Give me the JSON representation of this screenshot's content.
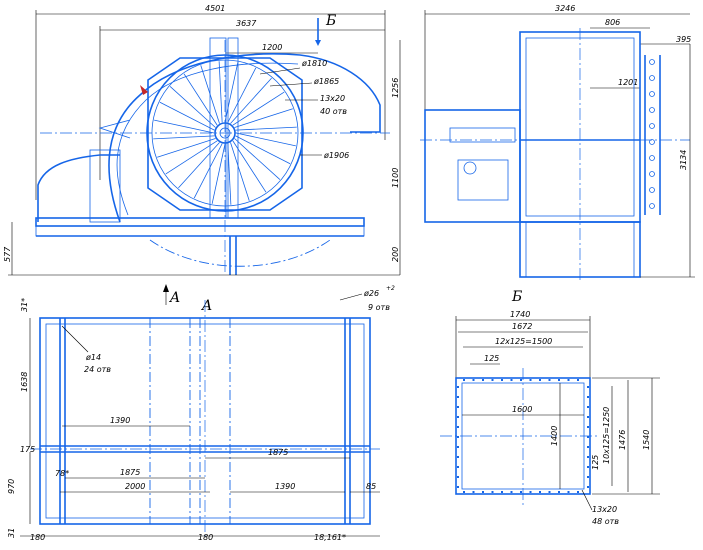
{
  "view_labels": {
    "section_b": "Б",
    "view_a": "A",
    "section_b_title": "Б",
    "arrow_a": "A"
  },
  "front_view": {
    "dims": {
      "overall_width": "4501",
      "width_3637": "3637",
      "width_1200": "1200",
      "dia_1810": "ø1810",
      "dia_1865": "ø1865",
      "holes_13x20": "13x20",
      "holes_40": "40 отв",
      "dia_1906": "ø1906",
      "height_1256": "1256",
      "height_1100": "1100",
      "height_200": "200",
      "height_577": "577"
    }
  },
  "side_view": {
    "dims": {
      "overall_width": "3246",
      "width_806": "806",
      "width_395": "395",
      "width_1201": "1201",
      "height_3134": "3134"
    }
  },
  "plan_view": {
    "dims": {
      "dia_26": "ø26",
      "dia_26_tol": "+2",
      "holes_9": "9 отв",
      "dia_14": "ø14",
      "holes_24": "24 отв",
      "top_31": "31*",
      "height_1638": "1638",
      "width_1390_a": "1390",
      "offset_175": "175",
      "width_1875_right": "1875",
      "offset_78": "78*",
      "width_1875_left": "1875",
      "height_970": "970",
      "width_2000": "2000",
      "width_1390_b": "1390",
      "width_85": "85",
      "bottom_31": "31",
      "width_180_left": "180",
      "width_180_mid": "180",
      "width_18161": "18,161*"
    }
  },
  "section_b": {
    "dims": {
      "width_1740": "1740",
      "width_1672": "1672",
      "pitch_12x125": "12x125=1500",
      "pitch_125": "125",
      "width_1600": "1600",
      "height_1400": "1400",
      "pitch_10x125": "10x125=1250",
      "height_1476": "1476",
      "height_1540": "1540",
      "pitch_125_v": "125",
      "holes_13x20": "13x20",
      "holes_48": "48 отв"
    }
  },
  "colors": {
    "outline": "#1565e8",
    "dimension": "#000000",
    "background": "#ffffff"
  }
}
